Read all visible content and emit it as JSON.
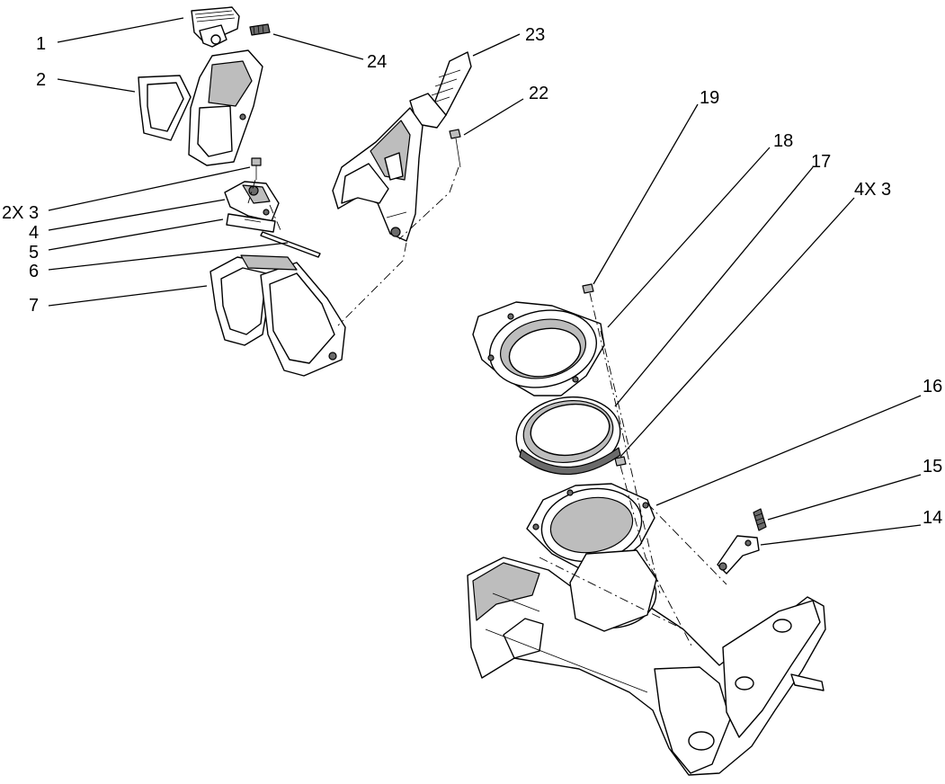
{
  "diagram": {
    "callouts": [
      {
        "id": "c1",
        "label": "1"
      },
      {
        "id": "c2",
        "label": "2"
      },
      {
        "id": "c3",
        "label": "2X 3"
      },
      {
        "id": "c4",
        "label": "4"
      },
      {
        "id": "c5",
        "label": "5"
      },
      {
        "id": "c6",
        "label": "6"
      },
      {
        "id": "c7",
        "label": "7"
      },
      {
        "id": "c24",
        "label": "24"
      },
      {
        "id": "c23",
        "label": "23"
      },
      {
        "id": "c22",
        "label": "22"
      },
      {
        "id": "c19",
        "label": "19"
      },
      {
        "id": "c18",
        "label": "18"
      },
      {
        "id": "c17",
        "label": "17"
      },
      {
        "id": "c4x3",
        "label": "4X 3"
      },
      {
        "id": "c16",
        "label": "16"
      },
      {
        "id": "c15",
        "label": "15"
      },
      {
        "id": "c14",
        "label": "14"
      }
    ]
  }
}
